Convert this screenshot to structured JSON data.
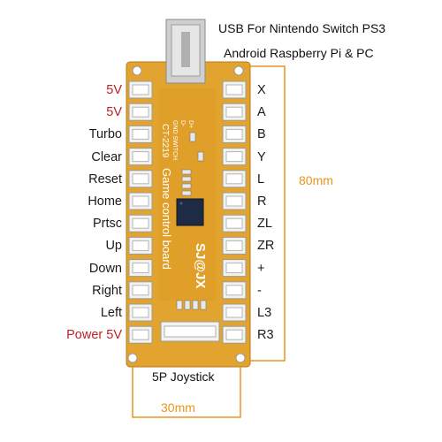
{
  "header": {
    "line1": "USB For Nintendo Switch PS3",
    "line2": "Android Raspberry Pi & PC"
  },
  "left_labels": [
    {
      "text": "5V",
      "color": "#c0202a"
    },
    {
      "text": "5V",
      "color": "#c0202a"
    },
    {
      "text": "Turbo",
      "color": "#1a1a1a"
    },
    {
      "text": "Clear",
      "color": "#1a1a1a"
    },
    {
      "text": "Reset",
      "color": "#1a1a1a"
    },
    {
      "text": "Home",
      "color": "#1a1a1a"
    },
    {
      "text": "Prtsc",
      "color": "#1a1a1a"
    },
    {
      "text": "Up",
      "color": "#1a1a1a"
    },
    {
      "text": "Down",
      "color": "#1a1a1a"
    },
    {
      "text": "Right",
      "color": "#1a1a1a"
    },
    {
      "text": "Left",
      "color": "#1a1a1a"
    },
    {
      "text": "Power 5V",
      "color": "#c0202a"
    }
  ],
  "right_labels": [
    "X",
    "A",
    "B",
    "Y",
    "L",
    "R",
    "ZL",
    "ZR",
    "+",
    "-",
    "L3",
    "R3"
  ],
  "board": {
    "title": "Game control board",
    "model": "CT-2219",
    "brand": "SJ@JX",
    "pins": "GND SWITCH",
    "pin_minus": "D-",
    "pin_plus": "D+"
  },
  "bottom_label": "5P Joystick",
  "dimensions": {
    "height": "80mm",
    "width": "30mm"
  },
  "colors": {
    "board": "#e3a42f",
    "dimension": "#e8961e",
    "label_red": "#c0202a",
    "connector": "#f2f2ee"
  }
}
